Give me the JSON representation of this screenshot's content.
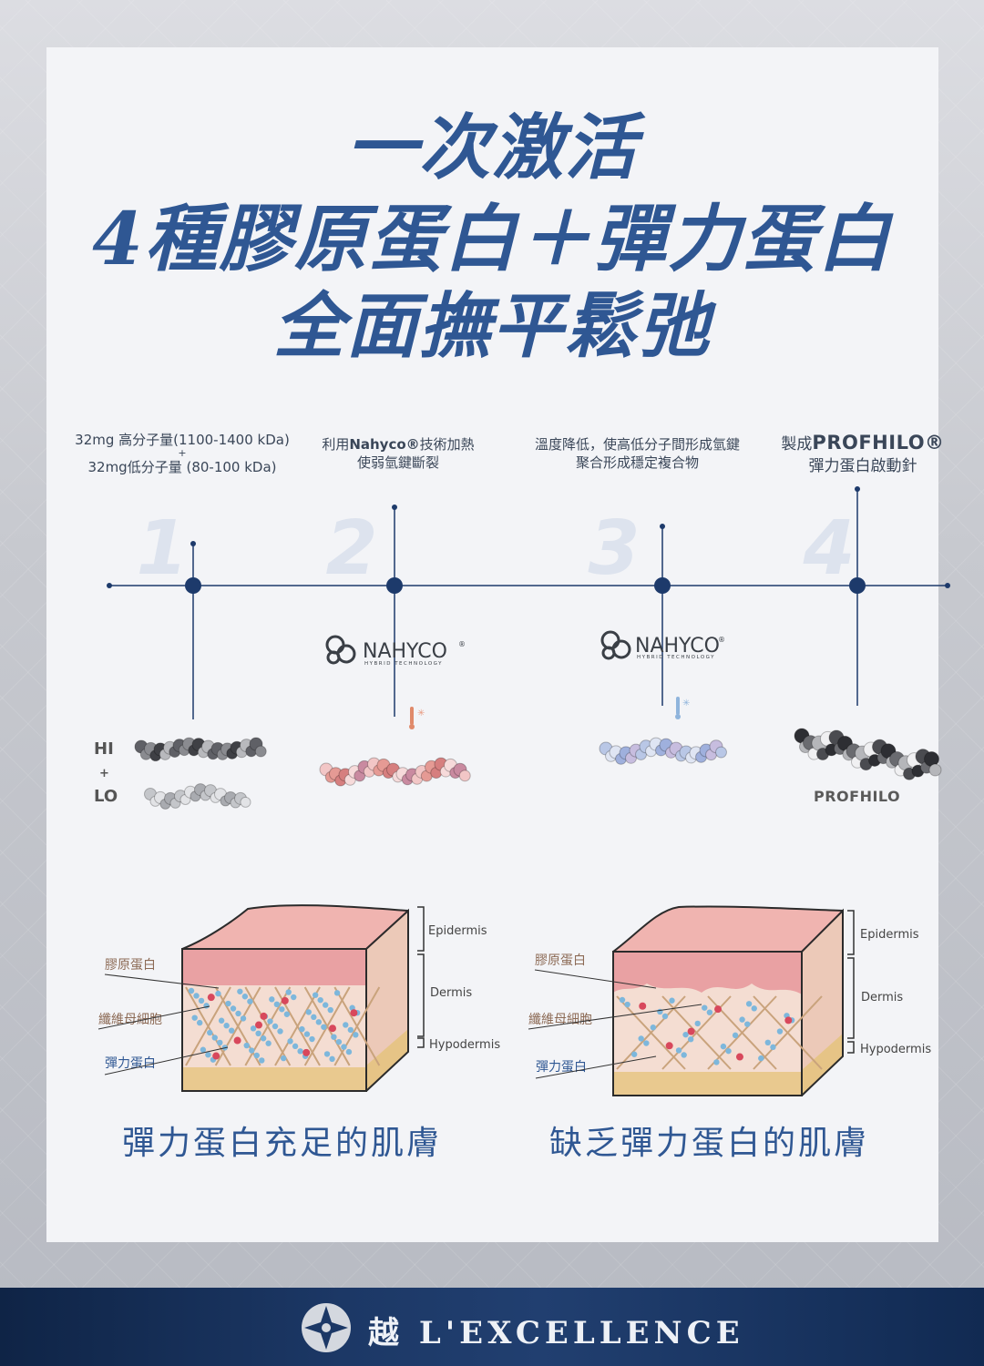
{
  "headline": {
    "line1": "一次激活",
    "line2": "4種膠原蛋白＋彈力蛋白",
    "line3": "全面撫平鬆弛"
  },
  "steps": [
    {
      "number": "1",
      "text_line1": "32mg 高分子量(1100-1400 kDa)",
      "plus": "+",
      "text_line2": "32mg低分子量 (80-100 kDa)"
    },
    {
      "number": "2",
      "text_line1_pre": "利用",
      "text_line1_brand": "Nahyco®",
      "text_line1_post": "技術加熱",
      "text_line2": "使弱氫鍵斷裂"
    },
    {
      "number": "3",
      "text_line1": "溫度降低，使高低分子間形成氫鍵",
      "text_line2": "聚合形成穩定複合物"
    },
    {
      "number": "4",
      "text_line1_pre": "製成",
      "text_line1_brand": "PROFHILO®",
      "text_line2": "彈力蛋白啟動針"
    }
  ],
  "nahyco_logo": {
    "name": "NAHYCO",
    "reg": "®",
    "tagline": "HYBRID TECHNOLOGY"
  },
  "molecule_labels": {
    "hi": "HI",
    "plus": "+",
    "lo": "LO",
    "profhilo": "PROFHILO"
  },
  "skin_layers": {
    "epidermis": "Epidermis",
    "dermis": "Dermis",
    "hypodermis": "Hypodermis"
  },
  "skin_left": {
    "collagen": "膠原蛋白",
    "fibroblast": "纖維母細胞",
    "elastin": "彈力蛋白",
    "caption": "彈力蛋白充足的肌膚"
  },
  "skin_right": {
    "collagen": "膠原蛋白",
    "fibroblast": "纖維母細胞",
    "elastin": "彈力蛋白",
    "caption": "缺乏彈力蛋白的肌膚"
  },
  "footer": {
    "brand": "越 L'EXCELLENCE"
  },
  "colors": {
    "primary": "#2f5793",
    "timeline": "#1d3a6b",
    "skin_pink": "#e8a6a6",
    "fibroblast_red": "#d8485c",
    "elastin_blue": "#7db7dc"
  }
}
